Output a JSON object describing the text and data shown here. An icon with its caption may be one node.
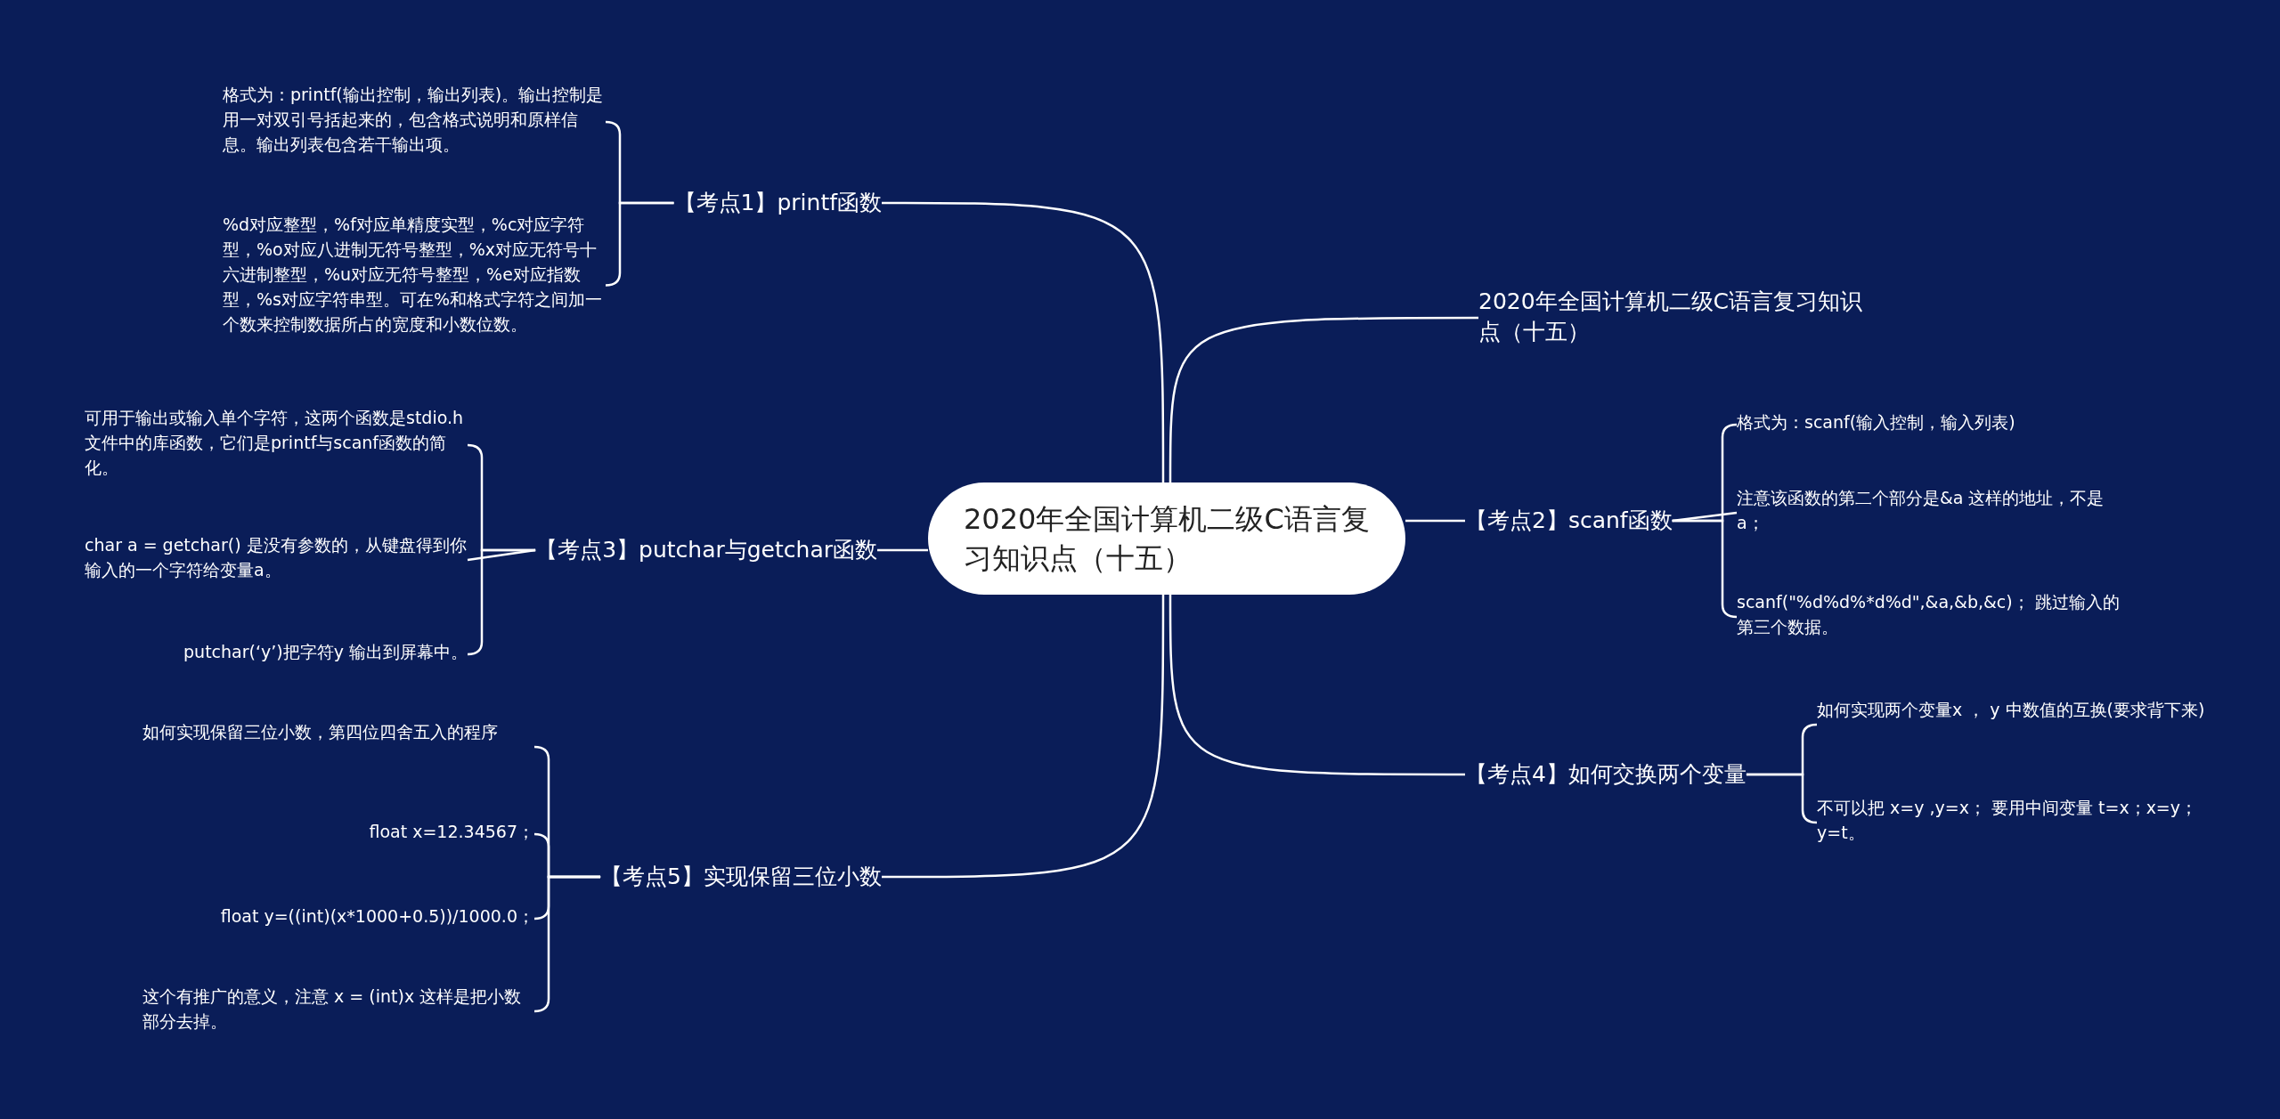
{
  "diagram": {
    "nodes": [
      {
        "text": [
          "2020年全国计算机二级C语言复习知识点（十五）"
        ]
      },
      {
        "text": [
          "【考点1】printf函数"
        ]
      },
      {
        "text": [
          "格式为：printf(输出控制，输出列表)。输出控制是用一对双引号括起来的，包含格式说明和原样信息。输出列表包含若干输出项。"
        ]
      },
      {
        "text": [
          "%d对应整型，%f对应单精度实型，%c对应字符型，%o对应八进制无符号整型，%x对应无符号十六进制整型，%u对应无符号整型，%e对应指数型，%s对应字符串型。可在%和格式字符之间加一个数来控制数据所占的宽度和小数位数。"
        ]
      },
      {
        "text": [
          "【考点3】putchar与getchar函数"
        ]
      },
      {
        "text": [
          "可用于输出或输入单个字符，这两个函数是stdio.h文件中的库函数，它们是printf与scanf函数的简化。"
        ]
      },
      {
        "text": [
          "char a = getchar() 是没有参数的，从键盘得到你输入的一个字符给变量a。"
        ]
      },
      {
        "text": [
          "putchar(‘y’)把字符y 输出到屏幕中。"
        ]
      },
      {
        "text": [
          "【考点5】实现保留三位小数"
        ]
      },
      {
        "text": [
          "如何实现保留三位小数，第四位四舍五入的程序"
        ]
      },
      {
        "text": [
          "float x=12.34567；"
        ]
      },
      {
        "text": [
          "float y=((int)(x*1000+0.5))/1000.0；"
        ]
      },
      {
        "text": [
          "这个有推广的意义，注意 x = (int)x 这样是把小数部分去掉。"
        ]
      },
      {
        "text": [
          "2020年全国计算机二级C语言复习知识点（十五）"
        ]
      },
      {
        "text": [
          "【考点2】scanf函数"
        ]
      },
      {
        "text": [
          "格式为：scanf(输入控制，输入列表)"
        ]
      },
      {
        "text": [
          "注意该函数的第二个部分是&a 这样的地址，不是a；"
        ]
      },
      {
        "text": [
          "scanf(\"%d%d%*d%d\",&a,&b,&c)； 跳过输入的第三个数据。"
        ]
      },
      {
        "text": [
          "【考点4】如何交换两个变量"
        ]
      },
      {
        "text": [
          "如何实现两个变量x ， y 中数值的互换(要求背下来)"
        ]
      },
      {
        "text": [
          "不可以把 x=y ,y=x； 要用中间变量 t=x；x=y；y=t。"
        ]
      }
    ],
    "edges": [
      {
        "from": 0,
        "to": 1,
        "arrow": "none"
      },
      {
        "from": 0,
        "to": 4,
        "arrow": "none"
      },
      {
        "from": 0,
        "to": 8,
        "arrow": "none"
      },
      {
        "from": 0,
        "to": 13,
        "arrow": "none"
      },
      {
        "from": 0,
        "to": 14,
        "arrow": "none"
      },
      {
        "from": 0,
        "to": 18,
        "arrow": "none"
      },
      {
        "from": 1,
        "to": 2,
        "arrow": "none"
      },
      {
        "from": 1,
        "to": 3,
        "arrow": "none"
      },
      {
        "from": 4,
        "to": 5,
        "arrow": "none"
      },
      {
        "from": 4,
        "to": 6,
        "arrow": "none"
      },
      {
        "from": 4,
        "to": 7,
        "arrow": "none"
      },
      {
        "from": 8,
        "to": 9,
        "arrow": "none"
      },
      {
        "from": 8,
        "to": 10,
        "arrow": "none"
      },
      {
        "from": 8,
        "to": 11,
        "arrow": "none"
      },
      {
        "from": 8,
        "to": 12,
        "arrow": "none"
      },
      {
        "from": 14,
        "to": 15,
        "arrow": "none"
      },
      {
        "from": 14,
        "to": 16,
        "arrow": "none"
      },
      {
        "from": 14,
        "to": 17,
        "arrow": "none"
      },
      {
        "from": 18,
        "to": 19,
        "arrow": "none"
      },
      {
        "from": 18,
        "to": 20,
        "arrow": "none"
      }
    ]
  }
}
